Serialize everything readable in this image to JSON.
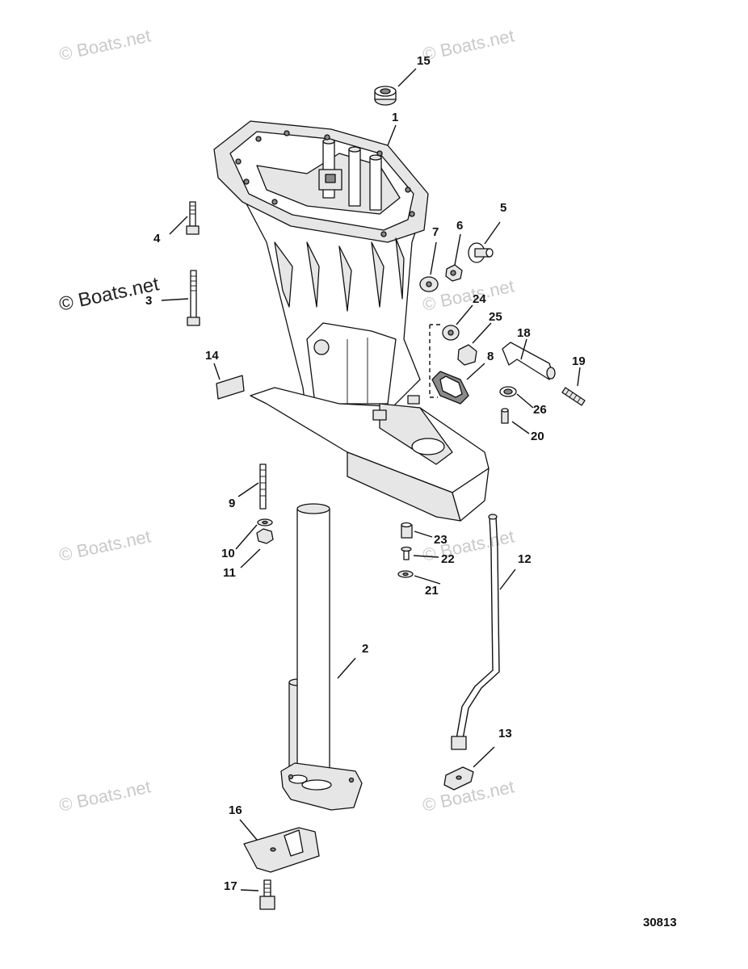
{
  "diagram": {
    "reference_number": "30813",
    "watermark": {
      "faint_text": "© Boats.net",
      "bold_text": "© Boats.net"
    },
    "callouts": [
      "15",
      "1",
      "4",
      "3",
      "7",
      "6",
      "5",
      "24",
      "25",
      "18",
      "19",
      "14",
      "8",
      "26",
      "20",
      "9",
      "10",
      "11",
      "23",
      "22",
      "21",
      "12",
      "2",
      "13",
      "16",
      "17"
    ]
  }
}
